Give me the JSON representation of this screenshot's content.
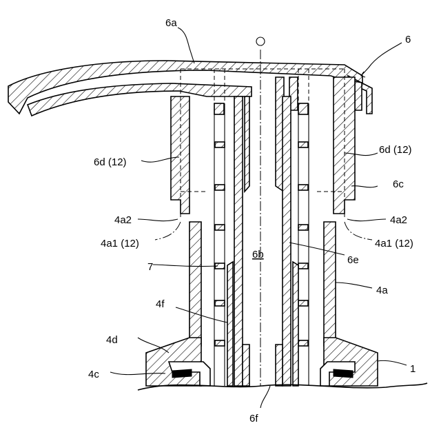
{
  "figure": {
    "center_label": "O",
    "labels": {
      "l6a": "6a",
      "l6": "6",
      "l6d_left": "6d (12)",
      "l6d_right": "6d (12)",
      "l6c": "6c",
      "l4a2_left": "4a2",
      "l4a2_right": "4a2",
      "l4a1_left": "4a1 (12)",
      "l4a1_right": "4a1 (12)",
      "l6b": "6b",
      "l6e": "6e",
      "l7": "7",
      "l4a": "4a",
      "l4f": "4f",
      "l4d": "4d",
      "l4c": "4c",
      "l1": "1",
      "l6f": "6f"
    }
  }
}
